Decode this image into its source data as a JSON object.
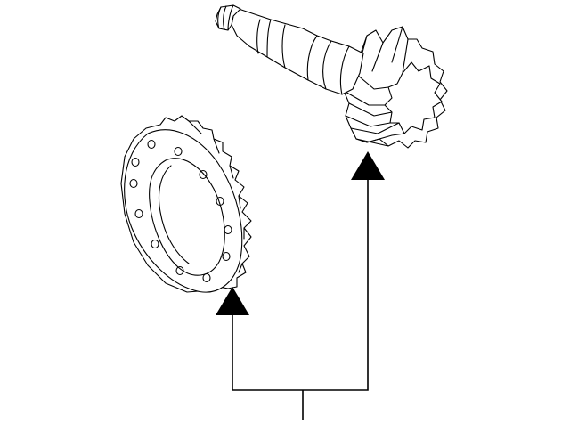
{
  "diagram": {
    "parts": [
      {
        "id": "ring-gear",
        "bolt_holes": 12
      },
      {
        "id": "drive-pinion"
      }
    ],
    "callout": {
      "arrow_count": 2
    }
  },
  "colors": {
    "line": "#000000",
    "background": "#ffffff"
  }
}
